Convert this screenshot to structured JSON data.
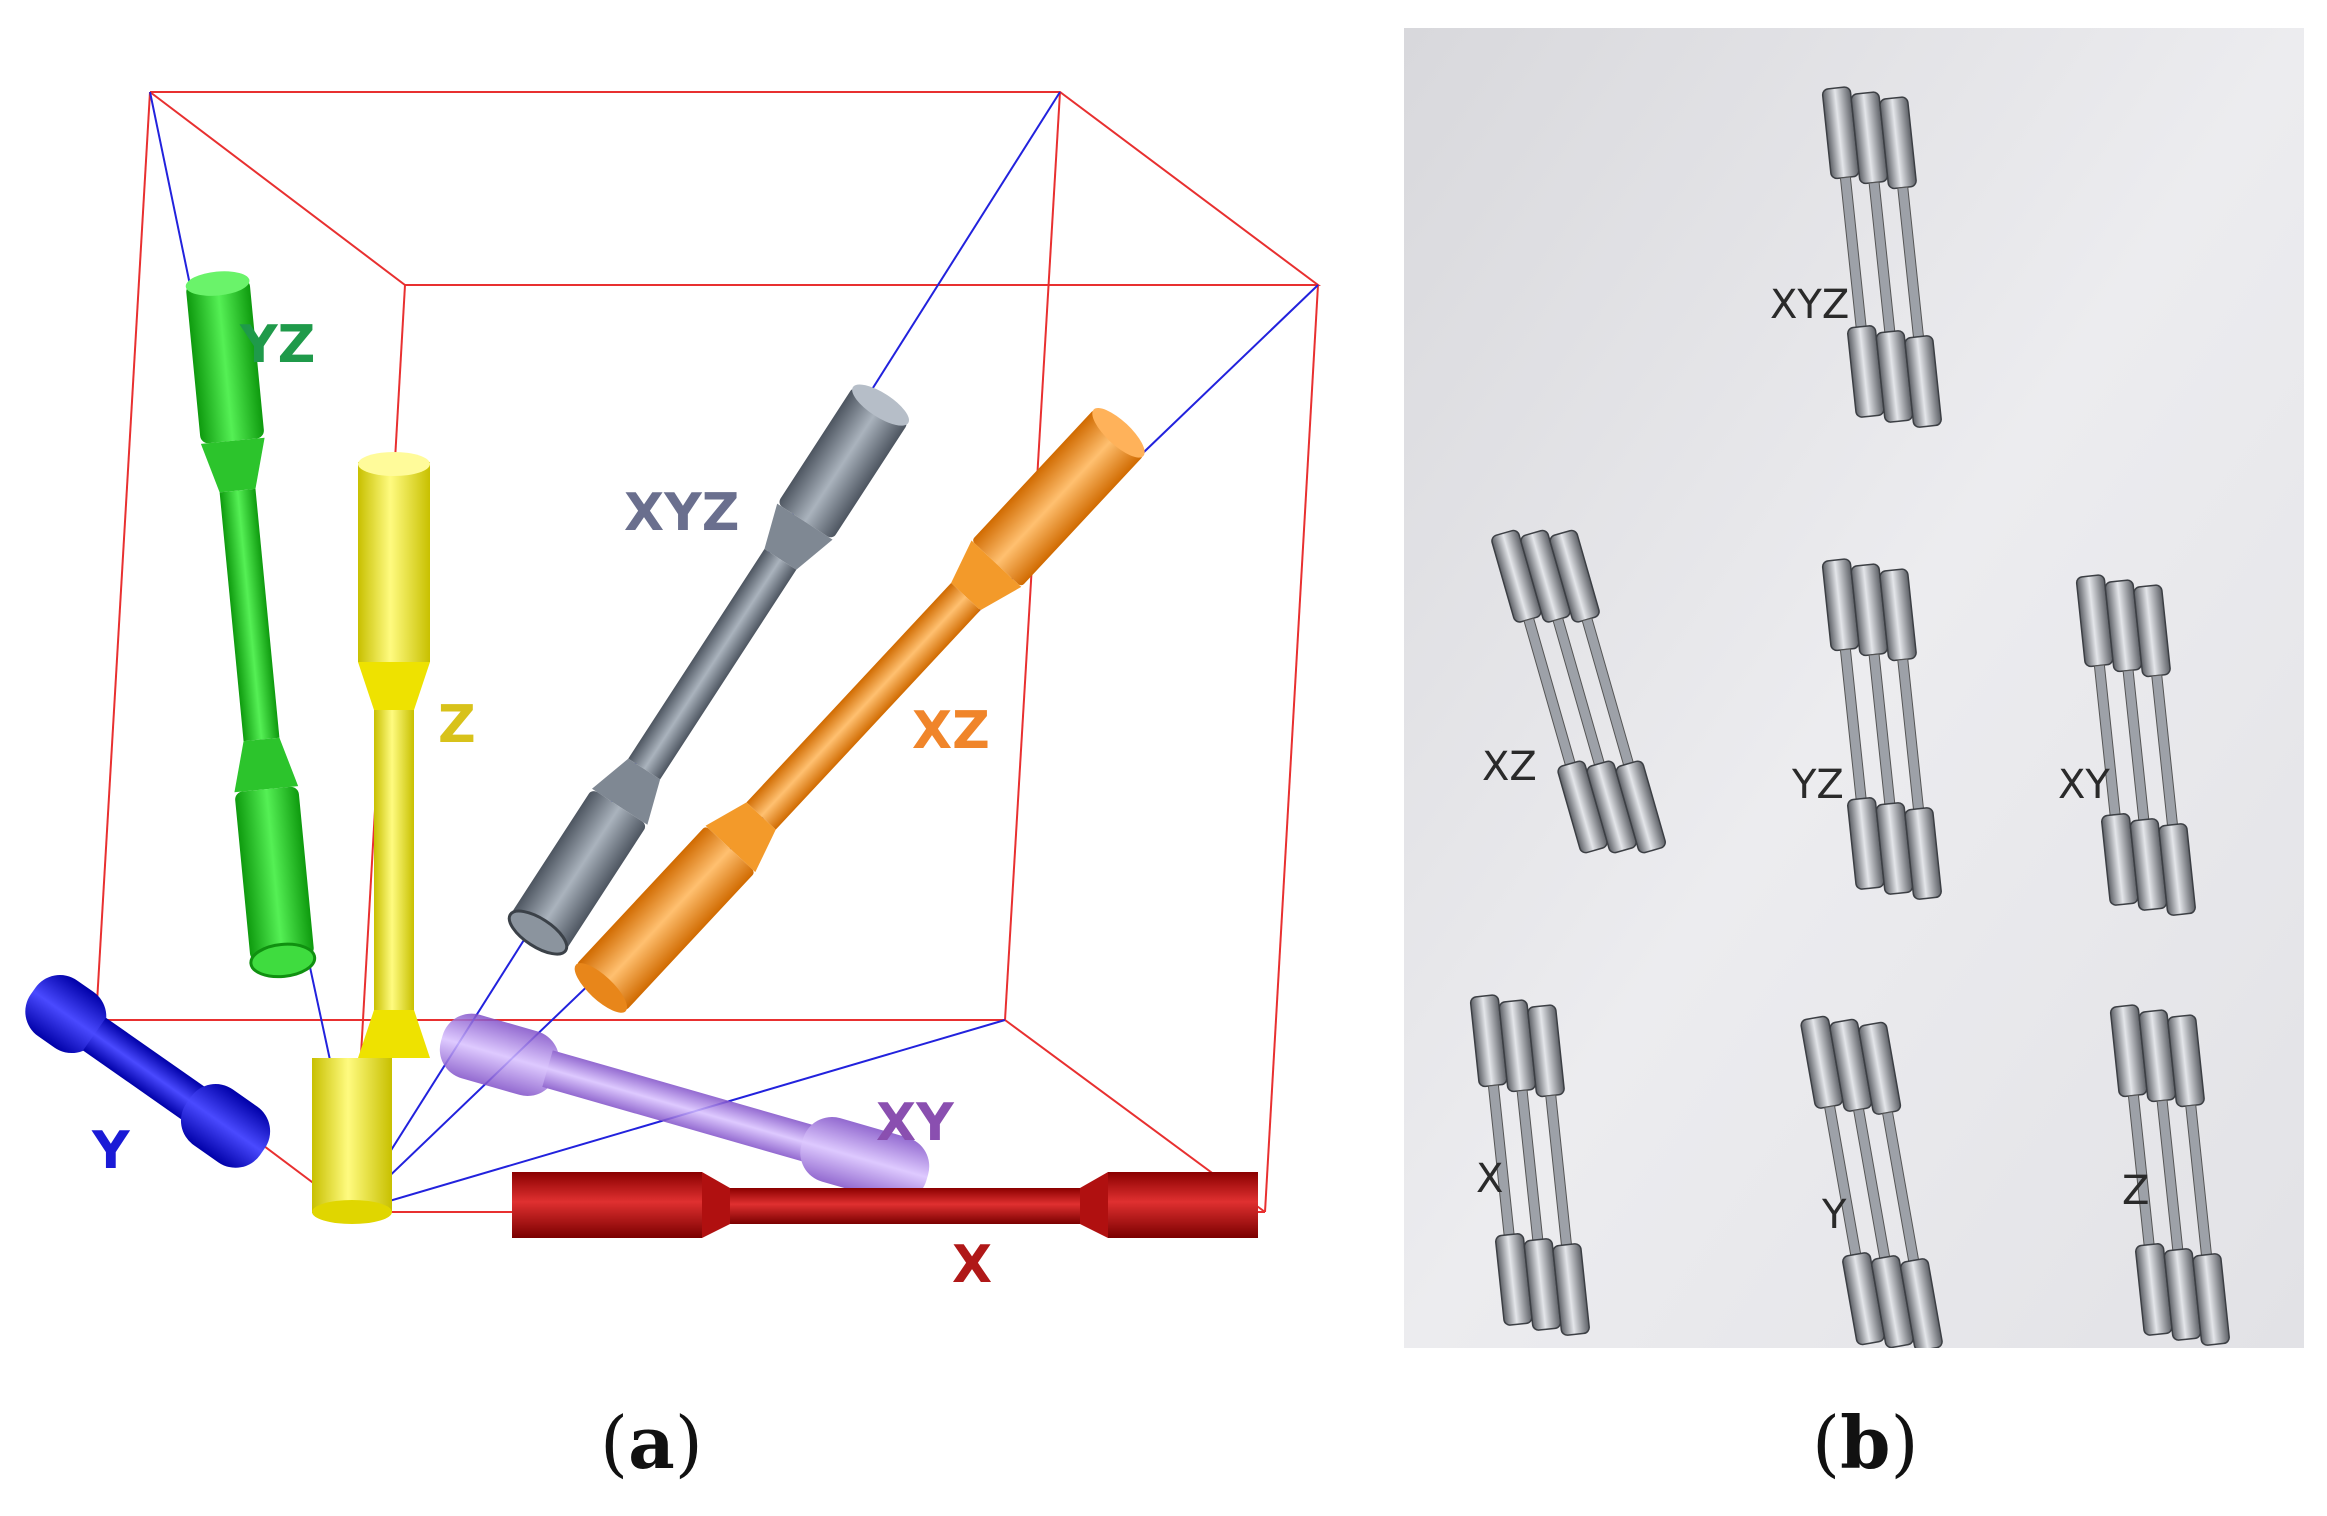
{
  "panel_a": {
    "specimens": [
      {
        "id": "yz",
        "label": "YZ",
        "color": "#22cc22",
        "label_color": "#1f9a4a"
      },
      {
        "id": "z",
        "label": "Z",
        "color": "#f2ea12",
        "label_color": "#d8c21a"
      },
      {
        "id": "xyz",
        "label": "XYZ",
        "color": "#7a8592",
        "label_color": "#6a6f8e"
      },
      {
        "id": "xz",
        "label": "XZ",
        "color": "#f4a030",
        "label_color": "#f0852a"
      },
      {
        "id": "y",
        "label": "Y",
        "color": "#1010e8",
        "label_color": "#1a1ad6"
      },
      {
        "id": "xy",
        "label": "XY",
        "color": "#9a6ad8",
        "label_color": "#8a4fb0"
      },
      {
        "id": "x",
        "label": "X",
        "color": "#c01010",
        "label_color": "#b01818"
      }
    ],
    "cube_color": "#e83030",
    "axis_line_color": "#2222dd"
  },
  "panel_b": {
    "groups": [
      {
        "label": "XYZ"
      },
      {
        "label": "XZ"
      },
      {
        "label": "YZ"
      },
      {
        "label": "XY"
      },
      {
        "label": "X"
      },
      {
        "label": "Y"
      },
      {
        "label": "Z"
      }
    ]
  },
  "captions": {
    "a": {
      "open": "(",
      "letter": "a",
      "close": ")"
    },
    "b": {
      "open": "(",
      "letter": "b",
      "close": ")"
    }
  }
}
